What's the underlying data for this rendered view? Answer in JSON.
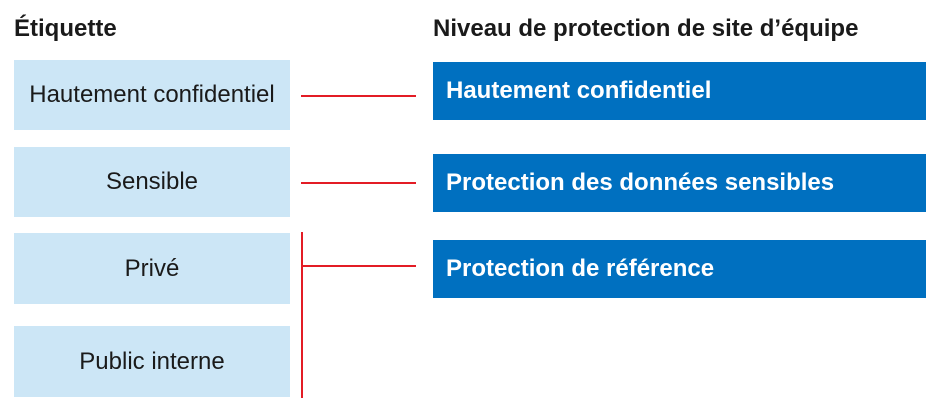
{
  "headings": {
    "left": "Étiquette",
    "right": "Niveau de protection de site d’équipe"
  },
  "labels": [
    {
      "text": "Hautement confidentiel"
    },
    {
      "text": "Sensible"
    },
    {
      "text": "Privé"
    },
    {
      "text": "Public interne"
    }
  ],
  "levels": [
    {
      "text": "Hautement confidentiel"
    },
    {
      "text": "Protection des données sensibles"
    },
    {
      "text": "Protection de référence"
    }
  ],
  "mapping": [
    {
      "label": "Hautement confidentiel",
      "level": "Hautement confidentiel"
    },
    {
      "label": "Sensible",
      "level": "Protection des données sensibles"
    },
    {
      "label": "Privé",
      "level": "Protection de référence"
    },
    {
      "label": "Public interne",
      "level": "Protection de référence"
    }
  ],
  "colors": {
    "label_fill": "#cce6f6",
    "level_fill": "#0070c0",
    "level_text": "#ffffff",
    "connector": "#e31c25",
    "text": "#1a1a1a"
  }
}
